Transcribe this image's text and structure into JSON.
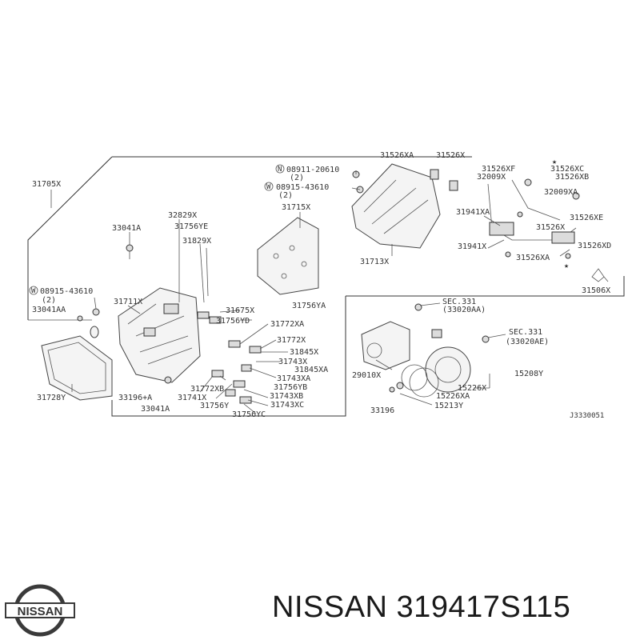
{
  "diagram": {
    "code": "J3330051",
    "labels": {
      "l31705x": "31705X",
      "l33041a": "33041A",
      "l32829x": "32829X",
      "l31756ye": "31756YE",
      "l31829x": "31829X",
      "l08915_1": "08915-43610",
      "l08915_1q": "(2)",
      "l33041aa": "33041AA",
      "l31711x": "31711X",
      "l31675x": "31675X",
      "l31756ya": "31756YA",
      "l31756yd": "31756YD",
      "l31772xa": "31772XA",
      "l31772x": "31772X",
      "l31845x": "31845X",
      "l31743x": "31743X",
      "l31845xa": "31845XA",
      "l31743xa": "31743XA",
      "l31756yb": "31756YB",
      "l31772xb": "31772XB",
      "l31743xb": "31743XB",
      "l31741x": "31741X",
      "l31743xc": "31743XC",
      "l31756y": "31756Y",
      "l31756yc": "31756YC",
      "l33196a": "33196+A",
      "l33041a2": "33041A",
      "l31728y": "31728Y",
      "l08911": "08911-20610",
      "l08911q": "(2)",
      "l08915_2": "08915-43610",
      "l08915_2q": "(2)",
      "l31526xa_top": "31526XA",
      "l31526x_top": "31526X",
      "l31715x": "31715X",
      "l31713x": "31713X",
      "l31526xf": "31526XF",
      "l31526xc": "31526XC",
      "l32009x": "32009X",
      "l31526xb": "31526XB",
      "l32009xa": "32009XA",
      "l31941xa": "31941XA",
      "l31526xe": "31526XE",
      "l31526x": "31526X",
      "l31941x": "31941X",
      "l31526xd": "31526XD",
      "l31526xa": "31526XA",
      "l31506x": "31506X",
      "lsec331a": "SEC.331",
      "lsec331a_ref": "(33020AA)",
      "lsec331b": "SEC.331",
      "lsec331b_ref": "(33020AE)",
      "l29010x": "29010X",
      "l15208y": "15208Y",
      "l15226x": "15226X",
      "l15226xa": "15226XA",
      "l33196": "33196",
      "l15213y": "15213Y"
    }
  },
  "logo": {
    "text": "NISSAN"
  },
  "caption": {
    "brand": "NISSAN",
    "part_number": "319417S115"
  }
}
